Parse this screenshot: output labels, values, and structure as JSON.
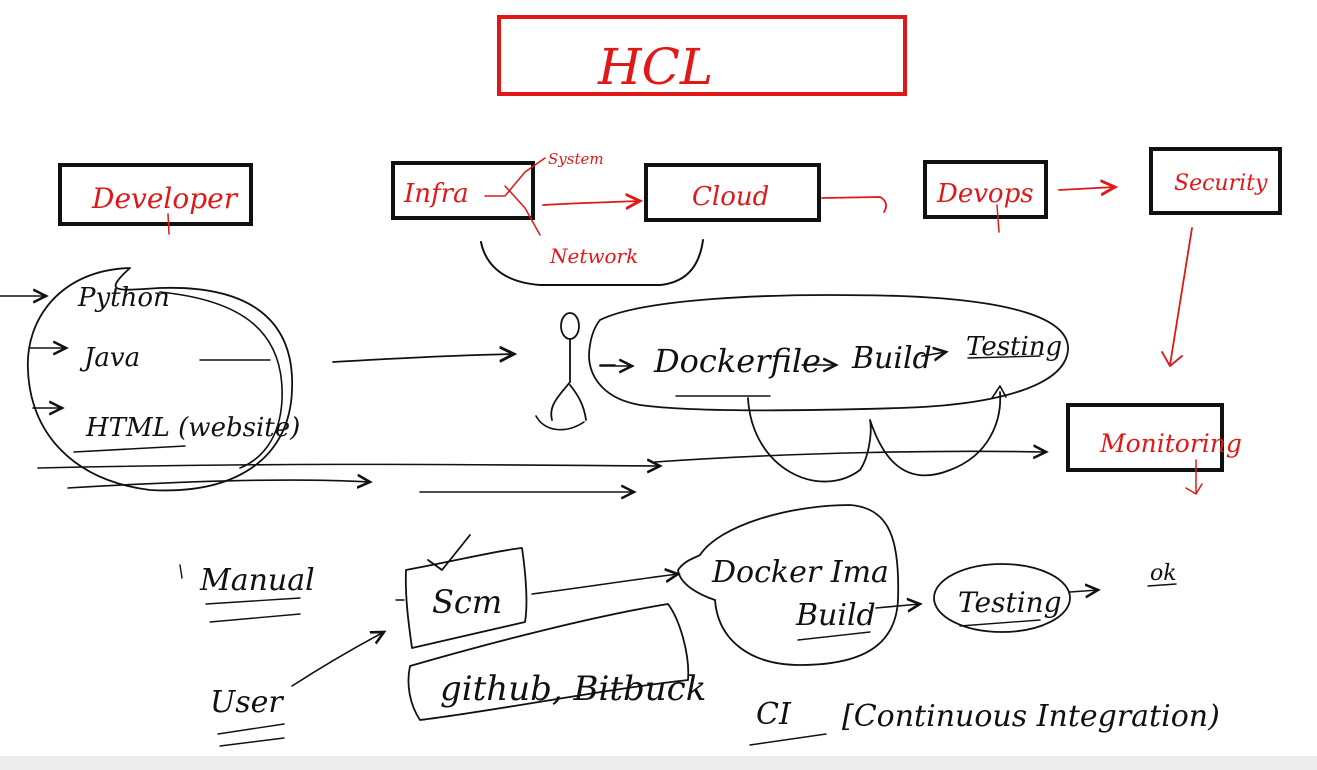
{
  "title": "HCL",
  "top_row": {
    "developer": "Developer",
    "infra": "Infra",
    "infra_system": "System",
    "infra_network": "Network",
    "cloud": "Cloud",
    "devops": "Devops",
    "security": "Security",
    "monitoring": "Monitoring"
  },
  "languages": [
    "Python",
    "Java",
    "HTML (website)"
  ],
  "pipeline": {
    "dockerfile": "Dockerfile",
    "build": "Build",
    "testing": "Testing"
  },
  "bottom": {
    "manual": "Manual",
    "user": "User",
    "scm": "Scm",
    "scm_tools": "github, Bitbuck",
    "docker_line1": "Docker Ima",
    "docker_line2": "Build",
    "testing": "Testing",
    "ok": "ok",
    "ci_abbr": "CI",
    "ci_full": "[Continuous Integration)"
  },
  "colors": {
    "ink_red": "#e01818",
    "ink_black": "#111111"
  }
}
